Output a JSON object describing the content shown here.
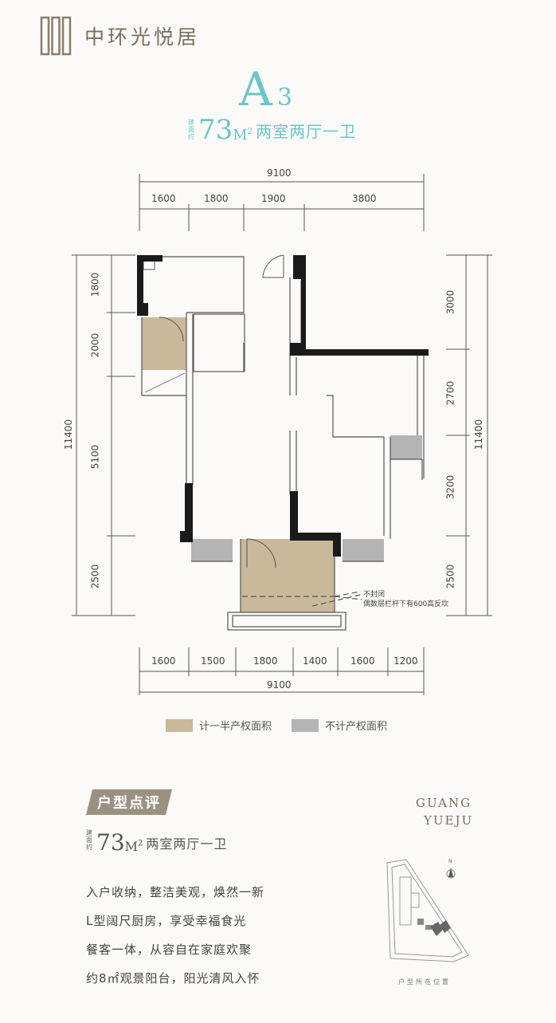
{
  "brand": {
    "name": "中环光悦居",
    "logo_icon": "building-bars-logo"
  },
  "unit": {
    "letter": "A",
    "number": "3",
    "area_prefix": "建面约",
    "area_value": "73",
    "area_unit": "M",
    "area_unit_sup": "2",
    "layout": "两室两厅一卫"
  },
  "dimensions": {
    "top_total": "9100",
    "top_segments": [
      "1600",
      "1800",
      "1900",
      "3800"
    ],
    "bottom_total": "9100",
    "bottom_segments": [
      "1600",
      "1500",
      "1800",
      "1400",
      "1600",
      "1200"
    ],
    "left_total": "11400",
    "left_segments": [
      "1800",
      "2000",
      "5100",
      "2500"
    ],
    "right_total": "11400",
    "right_segments": [
      "3000",
      "2700",
      "3200",
      "2500"
    ]
  },
  "note": {
    "line1": "不封闭",
    "line2": "偶数层栏杆下有600高反坎"
  },
  "legend": {
    "half": {
      "label": "计一半产权面积",
      "color": "#c9b99a"
    },
    "none": {
      "label": "不计产权面积",
      "color": "#b4b4b4"
    }
  },
  "review": {
    "tag": "户型点评",
    "area_prefix": "建面约",
    "area_value": "73",
    "area_unit": "M",
    "area_unit_sup": "2",
    "layout": "两室两厅一卫",
    "lines": [
      "入户收纳，整洁美观，焕然一新",
      "L型阔尺厨房，享受幸福食光",
      "餐客一体，从容自在家庭欢聚",
      "约8㎡观景阳台，阳光清风入怀"
    ]
  },
  "site": {
    "name_line1": "GUANG",
    "name_line2": "YUEJU",
    "caption": "户型所在位置",
    "north_label": "N"
  },
  "colors": {
    "accent": "#6cc5c8",
    "wall": "#1a1a1a",
    "brand": "#7a6e5c"
  }
}
